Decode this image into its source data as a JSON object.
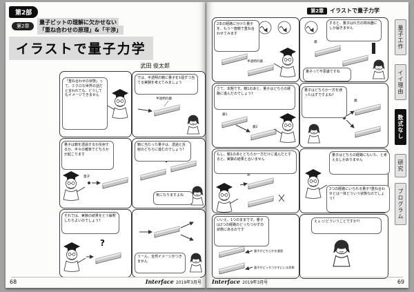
{
  "spread": {
    "left_page_num": "68",
    "right_page_num": "69",
    "brand": "Interface",
    "issue": "2019年3月号"
  },
  "left_page": {
    "part_badge": "第2部",
    "chapter_badge": "第2章",
    "lede_line1": "量子ビットの理解に欠かせない",
    "lede_line2": "「重ね合わせの原理」&「干渉」",
    "title": "イラストで量子力学",
    "author": "武田 俊太郎",
    "panels": [
      {
        "bubbles": [
          "「重ね合わせの状態」って、ミクロな世界の話だと言われても、どうしてもイメージできません"
        ],
        "labels": []
      },
      {
        "bubbles": [
          "では、半透明の鏡に量子を1個ずつ当てる実験を考えてみましょう"
        ],
        "labels": [
          "半透明の鏡"
        ]
      },
      {
        "bubbles": [
          "量子は鏡を透過するか反射するか、半々の確率でどちらかが起こります"
        ],
        "labels": [
          "量子"
        ]
      },
      {
        "bubbles": [
          "鏡に当たった量子は、透過と反射のどちらに進むのでしょう?",
          "気になりますよね"
        ],
        "labels": [
          "?"
        ]
      },
      {
        "bubbles": [
          "それでは、実験の結果をどう解釈したらよいのでしょう?"
        ],
        "labels": [
          "?"
        ]
      },
      {
        "bubbles": [
          "うーん、全然イメージがつきません"
        ],
        "labels": []
      }
    ]
  },
  "right_page": {
    "header_chapter": "第2章",
    "header_title": "イラストで量子力学",
    "tabs": [
      {
        "label": "量子工作",
        "active": false
      },
      {
        "label": "イイ理由",
        "active": false
      },
      {
        "label": "数式なし",
        "active": true
      },
      {
        "label": "研究",
        "active": false
      },
      {
        "label": "プログラム",
        "active": false
      }
    ],
    "panels": [
      {
        "bubbles": [
          "2本の経路に分けた量子を、もう一度鏡で重ね合わせてみます"
        ],
        "labels": [
          "鏡",
          "半透明の鏡"
        ]
      },
      {
        "bubbles": [
          "すると、量子は片方の検出器にしか届きません",
          "量子って不思議ですね"
        ],
        "labels": [
          "鏡"
        ]
      },
      {
        "bubbles": [
          "さて、本題です。鏡1のあと、量子はどちらの経路に進んだのでしょう?"
        ],
        "labels": [
          "鏡1",
          "鏡2"
        ]
      },
      {
        "bubbles": [
          "量子はどちらか一方を通ったはずですよね?"
        ],
        "labels": [
          "鏡"
        ]
      },
      {
        "bubbles": [
          "もし、鏡1のあとどちらか一方だけに進んだとすると、実験の結果と合いません"
        ],
        "labels": [
          "鏡"
        ]
      },
      {
        "bubbles": [
          "量子はどちらの経路にもいた、と考えるしかありません",
          "2つの経路にいられる量子?重ね合わせとは一体どういう状態なのでしょう?"
        ],
        "labels": []
      },
      {
        "bubbles": [
          "いいえ、1つのままです。量子は2つの経路のどっちつかずの状態にあるのです"
        ],
        "labels": [
          "量子がどちらかを通過",
          "量子がどっちつかずにいる状態"
        ]
      },
      {
        "bubbles": [
          "えぇっ!どういうことですか?!"
        ],
        "labels": []
      }
    ]
  }
}
